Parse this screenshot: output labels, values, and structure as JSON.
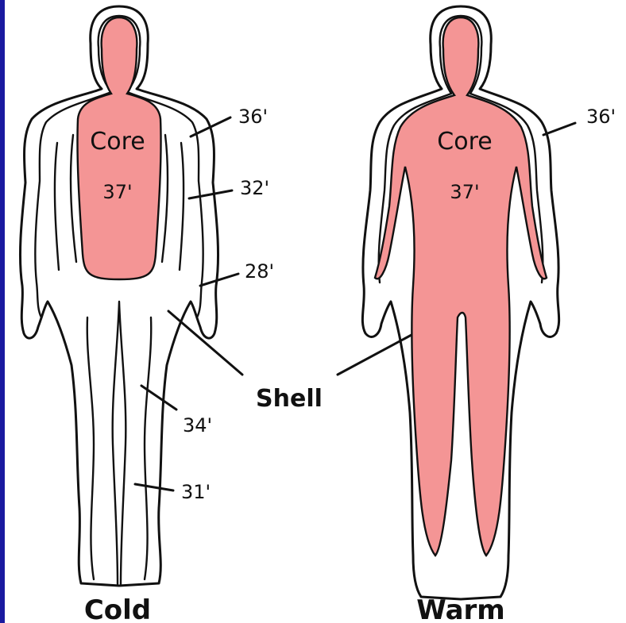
{
  "colors": {
    "core": "#f49595",
    "frame_edge": "#1a1aa0",
    "line": "#111111"
  },
  "cold_figure": {
    "core_label": "Core",
    "core_temp": "37'",
    "temps": {
      "shoulder": "36'",
      "arm": "32'",
      "hand": "28'",
      "thigh": "34'",
      "lower_leg": "31'"
    },
    "caption": "Cold"
  },
  "shell_label": "Shell",
  "warm_figure": {
    "core_label": "Core",
    "core_temp": "37'",
    "temps": {
      "shoulder": "36'"
    },
    "caption": "Warm"
  }
}
